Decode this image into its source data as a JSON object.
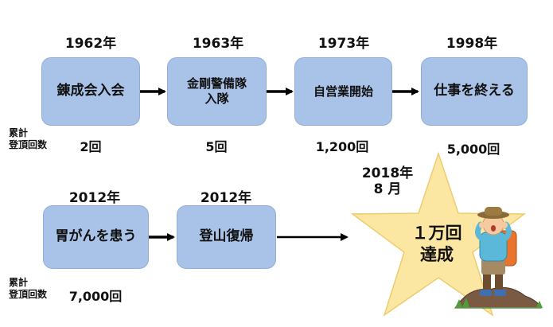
{
  "row1": {
    "years": [
      "1962年",
      "1963年",
      "1973年",
      "1998年"
    ],
    "boxes": [
      "錬成会入会",
      "金剛警備隊\n入隊",
      "自営業開始",
      "仕事を終える"
    ],
    "counts": [
      "2回",
      "5回",
      "1,200回",
      "5,000回"
    ],
    "label": "累計\n登頂回数"
  },
  "row2": {
    "years": [
      "2012年",
      "2012年"
    ],
    "boxes": [
      "胃がんを患う",
      "登山復帰"
    ],
    "count": "7,000回",
    "label": "累計\n登頂回数"
  },
  "goal": {
    "date": "2018年\n8 月",
    "text": "１万回\n達成"
  },
  "colors": {
    "box_fill": "#a9c3e8",
    "star_fill": "#fbe6a2",
    "star_stroke": "#eccd6e",
    "arrow": "#000000"
  }
}
